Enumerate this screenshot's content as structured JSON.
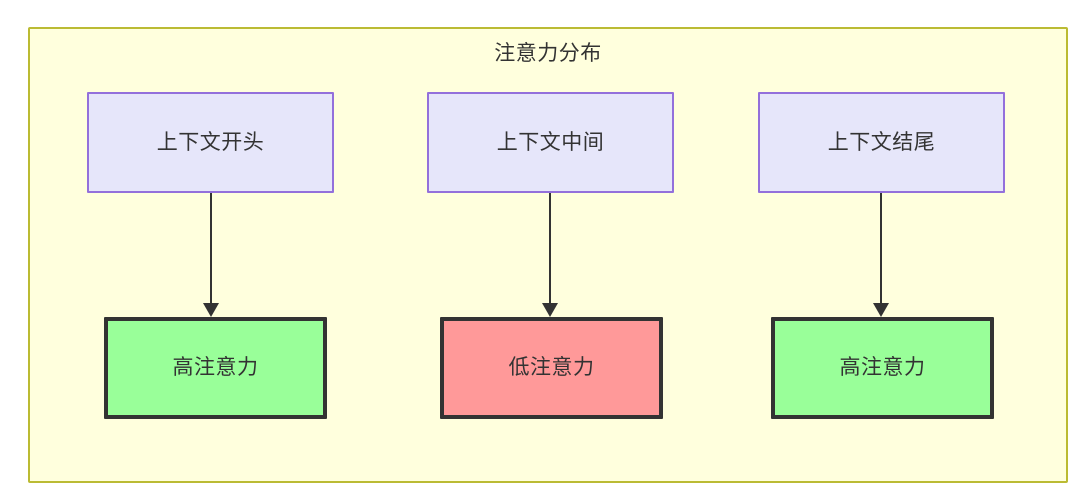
{
  "diagram": {
    "title": "注意力分布",
    "colors": {
      "container_fill": "#ffffdd",
      "container_border": "#bbbb33",
      "source_fill": "#e6e6fa",
      "source_border": "#9370db",
      "high_fill": "#99ff99",
      "low_fill": "#ff9999",
      "node_border_dark": "#333333",
      "text": "#333333",
      "edge": "#333333"
    },
    "columns": [
      {
        "source_label": "上下文开头",
        "target_label": "高注意力",
        "target_kind": "high"
      },
      {
        "source_label": "上下文中间",
        "target_label": "低注意力",
        "target_kind": "low"
      },
      {
        "source_label": "上下文结尾",
        "target_label": "高注意力",
        "target_kind": "high"
      }
    ],
    "edges": [
      {
        "from": "上下文开头",
        "to": "高注意力",
        "label": ""
      },
      {
        "from": "上下文中间",
        "to": "低注意力",
        "label": ""
      },
      {
        "from": "上下文结尾",
        "to": "高注意力",
        "label": ""
      }
    ]
  }
}
